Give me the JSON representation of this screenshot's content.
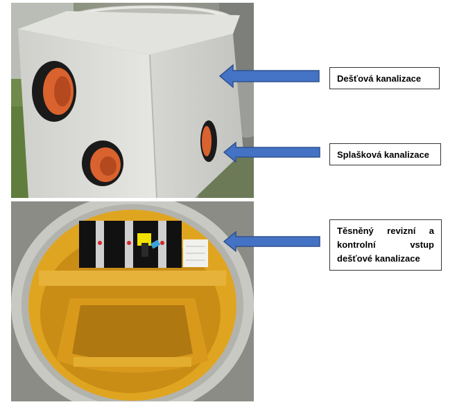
{
  "labels": {
    "rainwater": "Dešťová kanalizace",
    "sewage": "Splašková kanalizace",
    "inspection_line1": "Těsněný revizní a",
    "inspection_line2": "kontrolní vstup",
    "inspection_line3": "dešťové kanalizace"
  },
  "colors": {
    "arrow": "#4472C4",
    "arrow_border": "#2F528F",
    "concrete": "#d9d9d5",
    "insert_yellow": "#e0a520",
    "pipe_orange": "#d9622e"
  }
}
